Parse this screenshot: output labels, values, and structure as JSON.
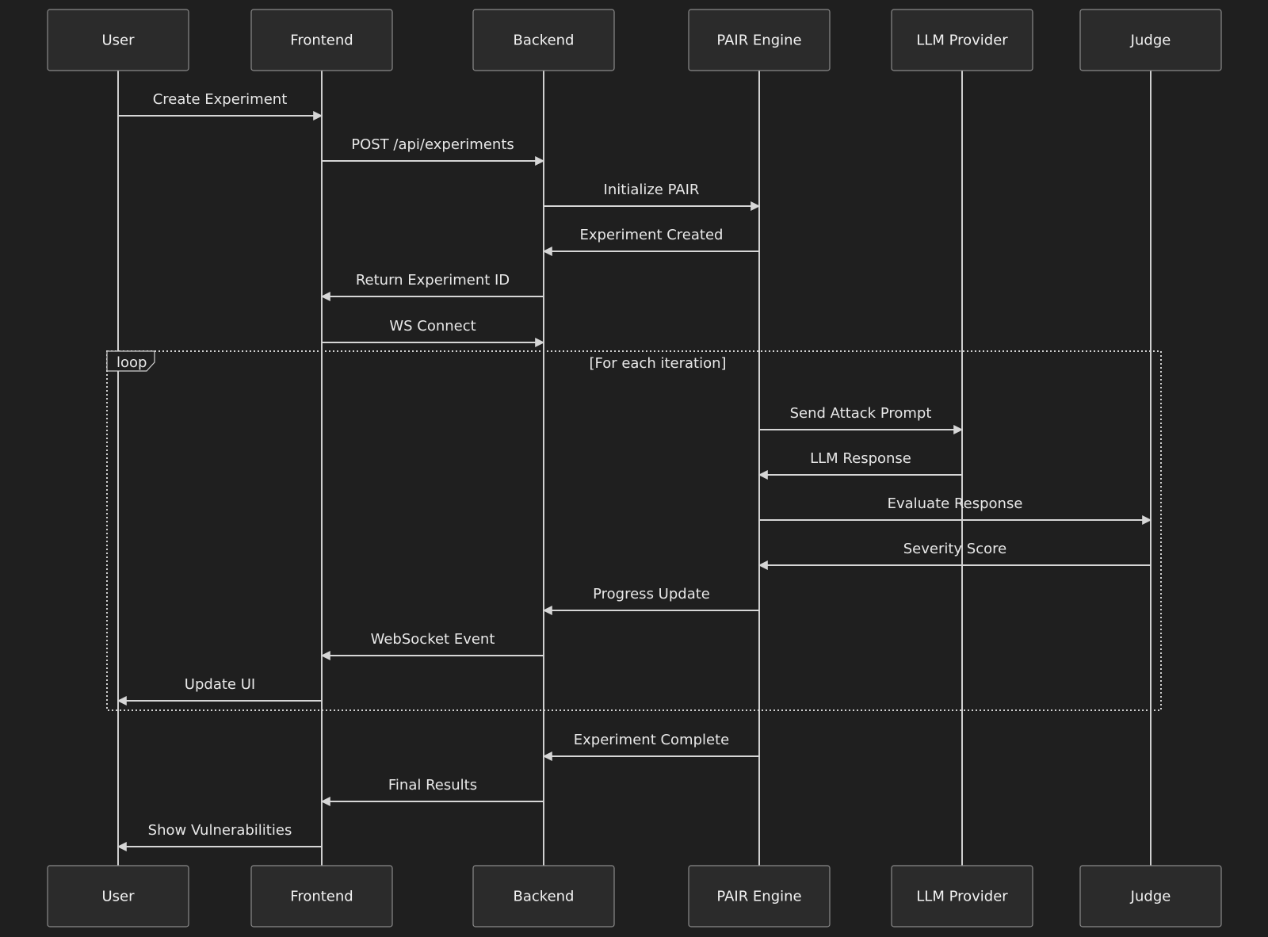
{
  "participants": [
    {
      "id": "user",
      "label": "User"
    },
    {
      "id": "frontend",
      "label": "Frontend"
    },
    {
      "id": "backend",
      "label": "Backend"
    },
    {
      "id": "pair",
      "label": "PAIR Engine"
    },
    {
      "id": "llm",
      "label": "LLM Provider"
    },
    {
      "id": "judge",
      "label": "Judge"
    }
  ],
  "messages": [
    {
      "from": "user",
      "to": "frontend",
      "text": "Create Experiment"
    },
    {
      "from": "frontend",
      "to": "backend",
      "text": "POST /api/experiments"
    },
    {
      "from": "backend",
      "to": "pair",
      "text": "Initialize PAIR"
    },
    {
      "from": "pair",
      "to": "backend",
      "text": "Experiment Created"
    },
    {
      "from": "backend",
      "to": "frontend",
      "text": "Return Experiment ID"
    },
    {
      "from": "frontend",
      "to": "backend",
      "text": "WS Connect"
    },
    {
      "from": "pair",
      "to": "llm",
      "text": "Send Attack Prompt"
    },
    {
      "from": "llm",
      "to": "pair",
      "text": "LLM Response"
    },
    {
      "from": "pair",
      "to": "judge",
      "text": "Evaluate Response"
    },
    {
      "from": "judge",
      "to": "pair",
      "text": "Severity Score"
    },
    {
      "from": "pair",
      "to": "backend",
      "text": "Progress Update"
    },
    {
      "from": "backend",
      "to": "frontend",
      "text": "WebSocket Event"
    },
    {
      "from": "frontend",
      "to": "user",
      "text": "Update UI"
    },
    {
      "from": "pair",
      "to": "backend",
      "text": "Experiment Complete"
    },
    {
      "from": "backend",
      "to": "frontend",
      "text": "Final Results"
    },
    {
      "from": "frontend",
      "to": "user",
      "text": "Show Vulnerabilities"
    }
  ],
  "loop": {
    "tag": "loop",
    "condition": "[For each iteration]",
    "first_message": 6,
    "last_message": 12
  },
  "colors": {
    "background": "#1f1f1f",
    "actor_fill": "#2b2b2b",
    "actor_border": "#8a8a8a",
    "line": "#d6d6d6",
    "text": "#e8e8e8"
  }
}
